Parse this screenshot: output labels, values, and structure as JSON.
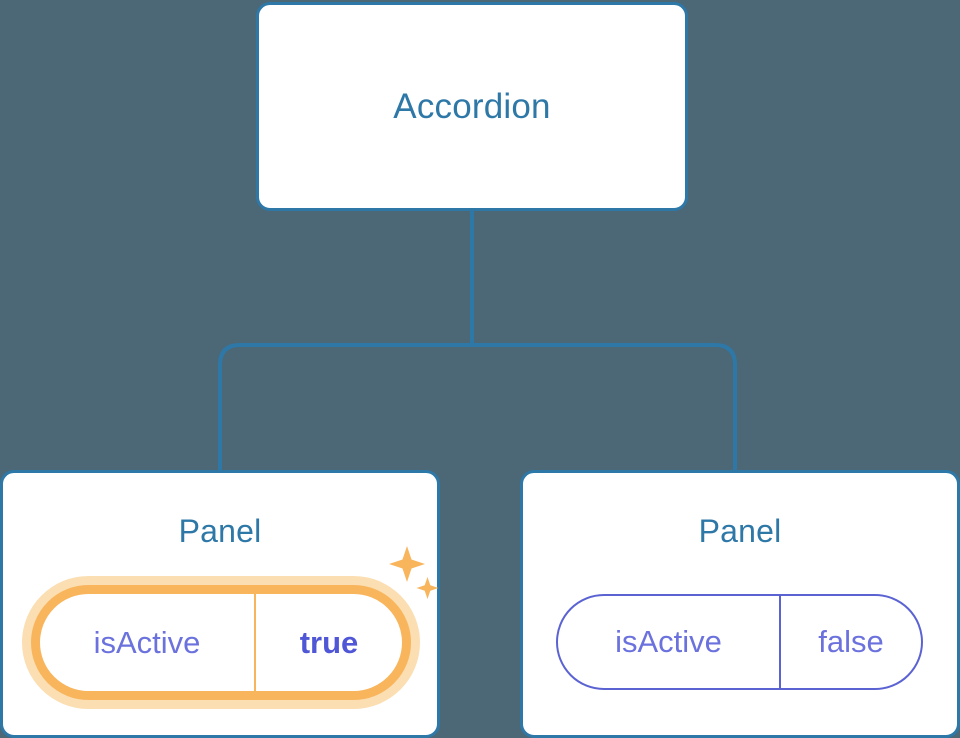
{
  "diagram": {
    "type": "component-tree",
    "background_color": "#4c6775",
    "connector_color": "#2e78a8",
    "nodes": [
      {
        "id": "accordion",
        "title": "Accordion",
        "title_color": "#2e78a8",
        "border_color": "#2e78a8"
      },
      {
        "id": "panel-left",
        "title": "Panel",
        "title_color": "#2e78a8",
        "border_color": "#2e78a8",
        "prop": {
          "key": "isActive",
          "value": "true",
          "highlighted": true,
          "highlight_color": "#f8b55c",
          "highlight_glow_color": "#fbdeb2",
          "key_color": "#6b72dd",
          "value_color": "#5057d6"
        },
        "badge": "sparkle-icon"
      },
      {
        "id": "panel-right",
        "title": "Panel",
        "title_color": "#2e78a8",
        "border_color": "#2e78a8",
        "prop": {
          "key": "isActive",
          "value": "false",
          "highlighted": false,
          "pill_border_color": "#5b63d3",
          "key_color": "#6b72dd",
          "value_color": "#6b72dd"
        }
      }
    ],
    "edges": [
      {
        "from": "accordion",
        "to": "panel-left"
      },
      {
        "from": "accordion",
        "to": "panel-right"
      }
    ]
  }
}
